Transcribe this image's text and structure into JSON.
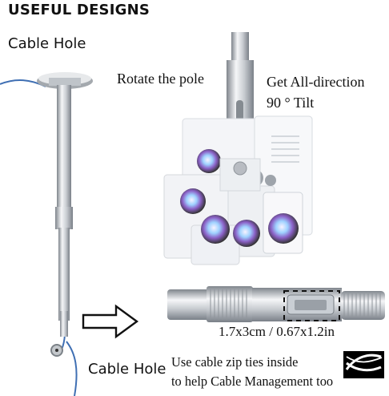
{
  "header": {
    "title": "USEFUL DESIGNS"
  },
  "labels": {
    "cable_hole_top": "Cable Hole",
    "rotate": "Rotate the pole",
    "all_direction_line1": "Get All-direction",
    "all_direction_line2": "90 ° Tilt",
    "dimensions": "1.7x3cm / 0.67x1.2in",
    "cable_hole_bottom": "Cable Hole",
    "zip_line1": "Use cable zip ties inside",
    "zip_line2": "to help Cable Management too"
  },
  "colors": {
    "metal": "#c8cbd0",
    "metal_dark": "#8d939b",
    "cable": "#3f6fb3",
    "projector_lens": "#7e5fbe",
    "text": "#111111"
  },
  "icons": [
    "arrow-right-icon",
    "zip-tie-icon"
  ]
}
